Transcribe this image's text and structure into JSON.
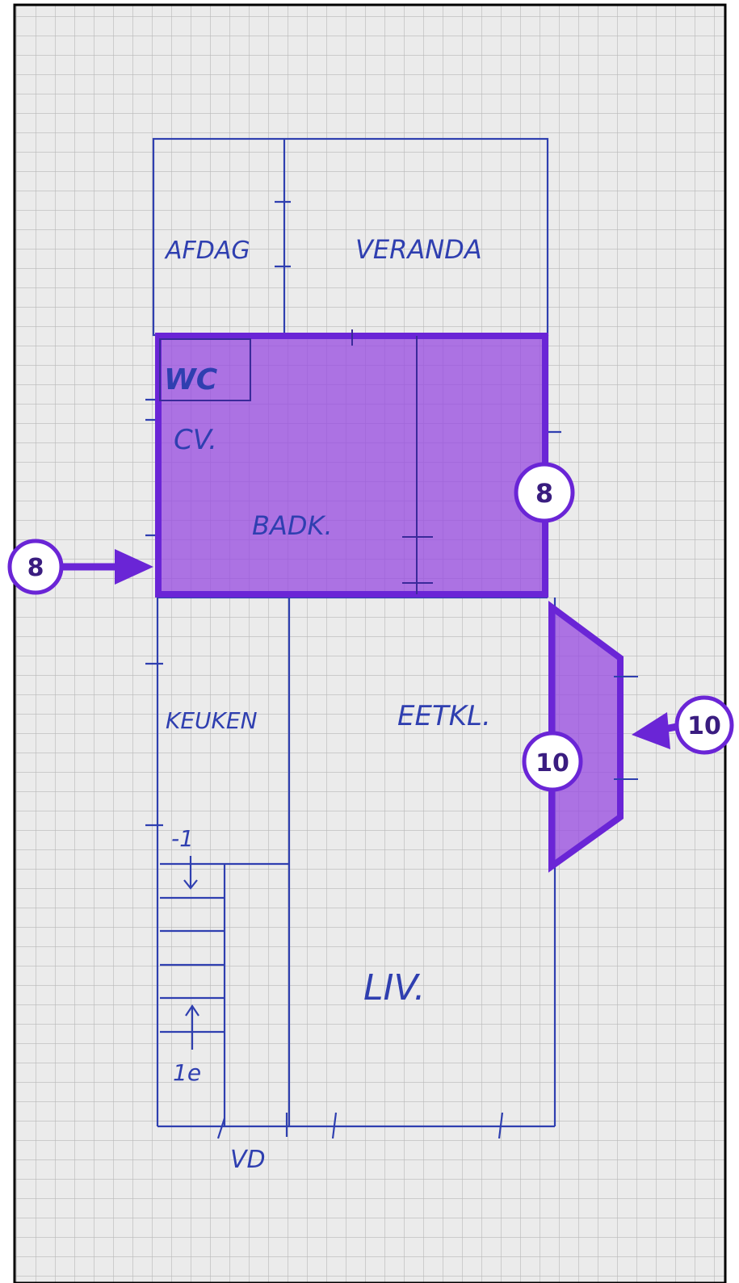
{
  "plan": {
    "rooms": {
      "afdak": "AFDAG",
      "veranda": "VERANDA",
      "wc": "WC",
      "cv": "CV.",
      "badk": "BADK.",
      "keuken": "KEUKEN",
      "eetk": "EETKL.",
      "liv": "LIV.",
      "vd": "VD"
    },
    "stairs": {
      "top_label": "-1",
      "bottom_label": "1e"
    }
  },
  "highlights": [
    {
      "id": "bathroom",
      "badge": "8"
    },
    {
      "id": "bay",
      "badge": "10"
    }
  ],
  "callouts": [
    {
      "id": "left",
      "badge": "8"
    },
    {
      "id": "right",
      "badge": "10"
    }
  ],
  "colors": {
    "paper": "#ebebeb",
    "grid": "#b8b8b8",
    "ink": "#2f3fb0",
    "highlight_fill": "#9a4fe0",
    "highlight_stroke": "#6a25d6",
    "badge_text": "#3a1d80"
  }
}
